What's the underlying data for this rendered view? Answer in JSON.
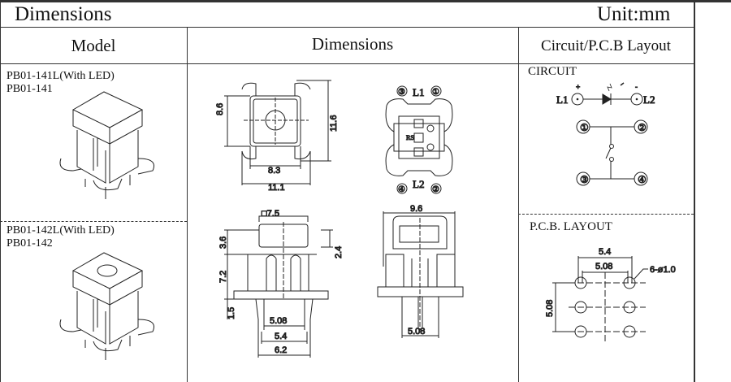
{
  "header": {
    "title": "Dimensions",
    "unit": "Unit:mm"
  },
  "columns": {
    "model": "Model",
    "dimensions": "Dimensions",
    "circuit": "Circuit/P.C.B Layout"
  },
  "models": [
    {
      "line1": "PB01-141L(With LED)",
      "line2": "PB01-141"
    },
    {
      "line1": "PB01-142L(With LED)",
      "line2": "PB01-142"
    }
  ],
  "top_view": {
    "h_inner": "8.6",
    "h_outer": "11.6",
    "w_inner": "8.3",
    "w_outer": "11.1"
  },
  "bottom_view": {
    "p3": "③",
    "p1": "①",
    "p4": "④",
    "p2": "②",
    "l1": "L1",
    "l2": "L2",
    "rs": "RS"
  },
  "side_view": {
    "cap": "□7.5",
    "h_cap": "3.6",
    "h_travel": "2.4",
    "h_body": "7.2",
    "h_pin": "1.5",
    "w1": "5.08",
    "w2": "5.4",
    "w3": "6.2"
  },
  "front_view": {
    "width": "9.6",
    "pitch": "5.08"
  },
  "circuit": {
    "title": "CIRCUIT",
    "l1": "L1",
    "l2": "L2",
    "plus": "+",
    "minus": "-",
    "p1": "①",
    "p2": "②",
    "p3": "③",
    "p4": "④"
  },
  "pcb": {
    "title": "P.C.B. LAYOUT",
    "w_outer": "5.4",
    "w_inner": "5.08",
    "hole": "6-ø1.0",
    "height": "5.08"
  }
}
